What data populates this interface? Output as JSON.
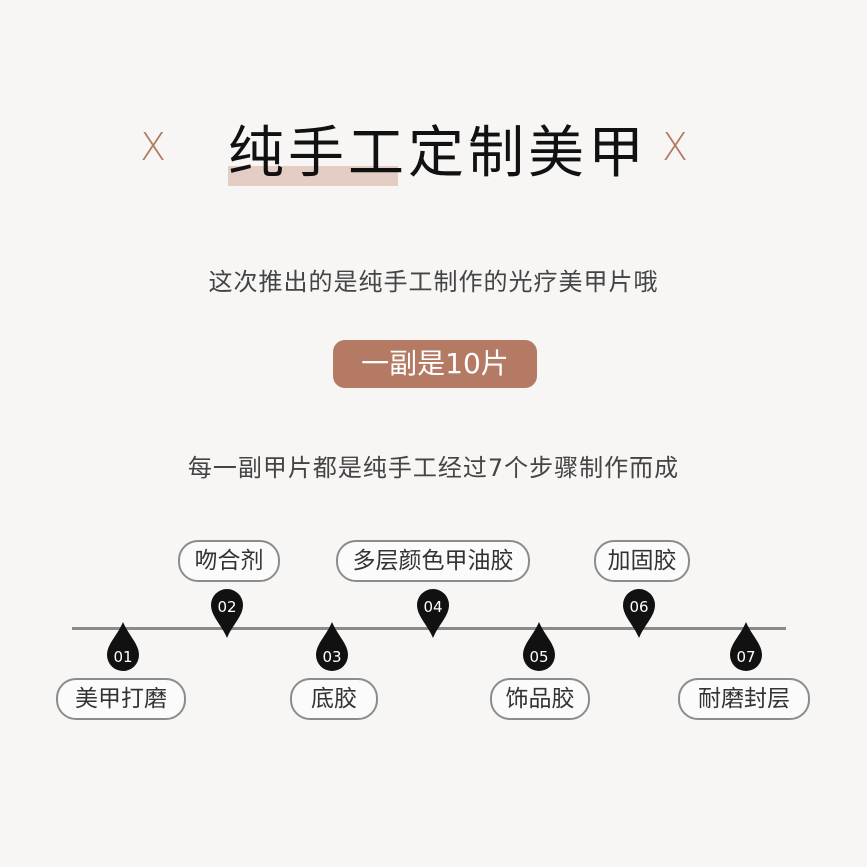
{
  "header": {
    "title": "纯手工定制美甲",
    "cross_left": "X",
    "cross_right": "X",
    "accent_color": "#b47a64"
  },
  "intro": {
    "line1": "这次推出的是纯手工制作的光疗美甲片哦",
    "badge": "一副是10片",
    "line2": "每一副甲片都是纯手工经过7个步骤制作而成"
  },
  "steps": [
    {
      "number": "01",
      "label": "美甲打磨"
    },
    {
      "number": "02",
      "label": "吻合剂"
    },
    {
      "number": "03",
      "label": "底胶"
    },
    {
      "number": "04",
      "label": "多层颜色甲油胶"
    },
    {
      "number": "05",
      "label": "饰品胶"
    },
    {
      "number": "06",
      "label": "加固胶"
    },
    {
      "number": "07",
      "label": "耐磨封层"
    }
  ]
}
